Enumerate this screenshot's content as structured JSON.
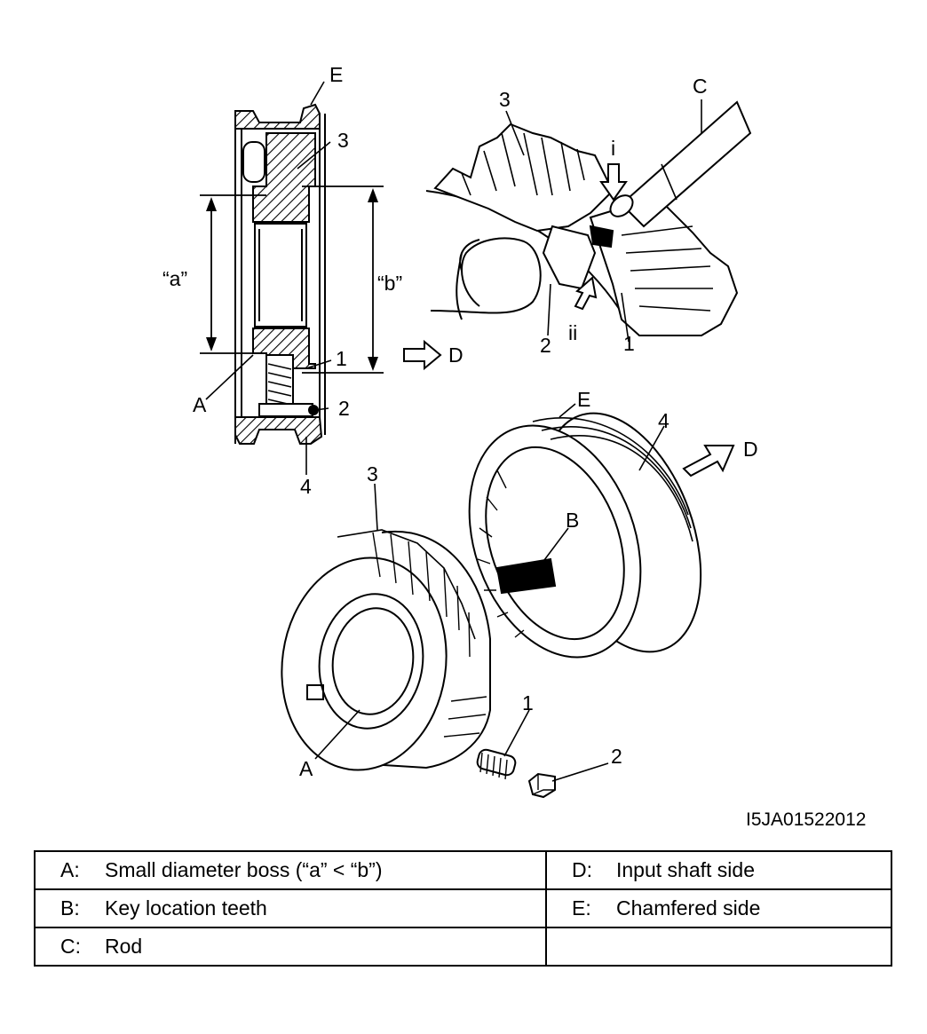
{
  "figure": {
    "code": "I5JA01522012",
    "labels": {
      "A": "A",
      "B": "B",
      "C": "C",
      "D": "D",
      "E": "E",
      "n1": "1",
      "n2": "2",
      "n3": "3",
      "n4": "4",
      "a": "“a”",
      "b": "“b”",
      "i": "i",
      "ii": "ii"
    }
  },
  "legend": {
    "rows": [
      {
        "left": {
          "key": "A:",
          "text": "Small diameter boss (“a” < “b”)"
        },
        "right": {
          "key": "D:",
          "text": "Input shaft side"
        }
      },
      {
        "left": {
          "key": "B:",
          "text": "Key location teeth"
        },
        "right": {
          "key": "E:",
          "text": "Chamfered side"
        }
      },
      {
        "left": {
          "key": "C:",
          "text": "Rod"
        },
        "right": {
          "key": "",
          "text": ""
        }
      }
    ]
  }
}
